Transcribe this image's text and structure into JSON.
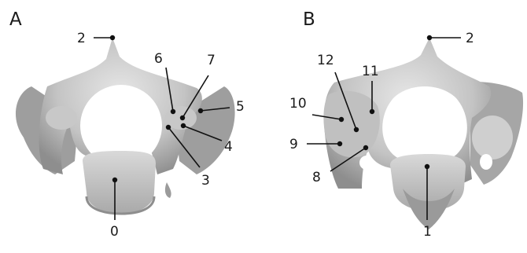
{
  "panels": [
    {
      "id": "A",
      "label": "A",
      "landmarks": [
        "2",
        "6",
        "7",
        "5",
        "4",
        "3",
        "0"
      ]
    },
    {
      "id": "B",
      "label": "B",
      "landmarks": [
        "2",
        "12",
        "11",
        "10",
        "9",
        "8",
        "1"
      ]
    }
  ],
  "colors": {
    "bone_light": "#d4d4d4",
    "bone_mid": "#b8b8b8",
    "bone_dark": "#8c8c8c",
    "leader": "#111111"
  }
}
